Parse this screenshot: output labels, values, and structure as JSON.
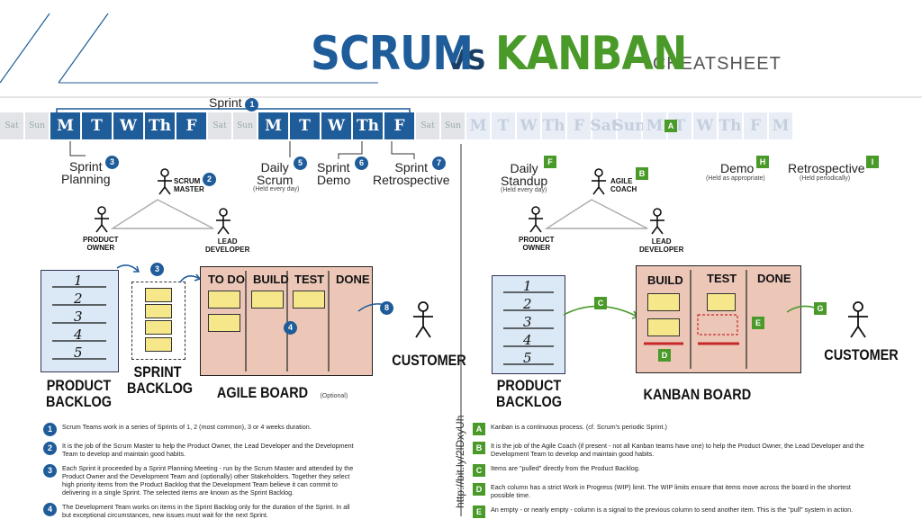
{
  "title": {
    "scrum": "SCRUM",
    "vs": "VS",
    "kanban": "KANBAN",
    "cheatsheet": "CHEATSHEET"
  },
  "days": [
    "Sat",
    "Sun",
    "M",
    "T",
    "W",
    "Th",
    "F",
    "Sat",
    "Sun",
    "M",
    "T",
    "W",
    "Th",
    "F",
    "Sat",
    "Sun",
    "M",
    "T",
    "W",
    "Th",
    "F",
    "Sat",
    "Sun",
    "M",
    "T",
    "W",
    "Th",
    "F",
    "M"
  ],
  "scrum": {
    "sprint_label": "Sprint",
    "sprint_badge": "1",
    "planning": "Sprint\nPlanning",
    "planning_badge": "3",
    "master": "SCRUM\nMASTER",
    "master_badge": "2",
    "daily": "Daily\nScrum",
    "daily_badge": "5",
    "daily_note": "(Held every day)",
    "demo": "Sprint\nDemo",
    "demo_badge": "6",
    "retro": "Sprint\nRetrospective",
    "retro_badge": "7",
    "owner": "PRODUCT\nOWNER",
    "developer": "LEAD\nDEVELOPER",
    "product_backlog": "PRODUCT\nBACKLOG",
    "backlog_items": [
      "1",
      "2",
      "3",
      "4",
      "5"
    ],
    "arrow_badge": "3",
    "sprint_backlog": "SPRINT\nBACKLOG",
    "board_cols": [
      "TO DO",
      "BUILD",
      "TEST",
      "DONE"
    ],
    "board_badge": "4",
    "board_label": "AGILE BOARD",
    "board_optional": "(Optional)",
    "customer_badge": "8",
    "customer": "CUSTOMER"
  },
  "kanban": {
    "a_badge": "A",
    "daily": "Daily\nStandup",
    "daily_badge": "F",
    "daily_note": "(Held every day)",
    "coach": "AGILE\nCOACH",
    "coach_badge": "B",
    "demo": "Demo",
    "demo_badge": "H",
    "demo_note": "(Held as appropriate)",
    "retro": "Retrospective",
    "retro_badge": "I",
    "retro_note": "(Held periodically)",
    "owner": "PRODUCT\nOWNER",
    "developer": "LEAD\nDEVELOPER",
    "product_backlog": "PRODUCT\nBACKLOG",
    "backlog_items": [
      "1",
      "2",
      "3",
      "4",
      "5"
    ],
    "c_badge": "C",
    "d_badge": "D",
    "e_badge": "E",
    "g_badge": "G",
    "board_cols": [
      "BUILD",
      "TEST",
      "DONE"
    ],
    "board_label": "KANBAN BOARD",
    "customer": "CUSTOMER"
  },
  "url_vertical": "http://bit.ly/2lDxyUh",
  "scrum_notes": [
    {
      "badge": "1",
      "text": "Scrum Teams work in a series of Sprints of 1, 2 (most common), 3 or 4 weeks duration."
    },
    {
      "badge": "2",
      "text": "It is the job of the Scrum Master to help the Product Owner, the Lead Developer and the Development Team to develop and maintain good habits."
    },
    {
      "badge": "3",
      "text": "Each Sprint it proceeded by a Sprint Planning Meeting - run by the Scrum Master and attended by the Product Owner and the Development Team and (optionally) other Stakeholders. Together they select high priority items from the Product Backlog that the Development Team believe it can commit to delivering in a single Sprint. The selected items are known as the Sprint Backlog."
    },
    {
      "badge": "4",
      "text": "The Development Team works on items in the Sprint Backlog only for the duration of the Sprint. In all but exceptional circumstances, new issues must wait for the next Sprint."
    }
  ],
  "kanban_notes": [
    {
      "badge": "A",
      "text": "Kanban is a continuous process. (cf. Scrum's periodic Sprint.)"
    },
    {
      "badge": "B",
      "text": "It is the job of the Agile Coach (if present - not all Kanban teams have one) to help the Product Owner, the Lead Developer and the Development Team to develop and maintain good habits."
    },
    {
      "badge": "C",
      "text": "Items are \"pulled\" directly from the Product Backlog."
    },
    {
      "badge": "D",
      "text": "Each column has a strict Work in Progress (WIP) limit. The WIP limits ensure that items move across the board in the shortest possible time."
    },
    {
      "badge": "E",
      "text": "An empty - or nearly empty - column is a signal to the previous column to send another item. This is the \"pull\" system in action."
    }
  ],
  "colors": {
    "scrum_blue": "#1f5c9a",
    "kanban_green": "#4a9a2a",
    "sticky": "#f7e78b",
    "board_wash": "#ecc7b8"
  }
}
